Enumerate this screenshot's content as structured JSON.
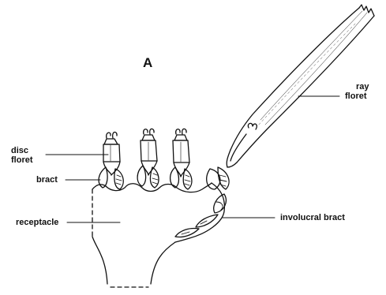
{
  "panel_label": "A",
  "labels": {
    "disc_floret_line1": "disc",
    "disc_floret_line2": "floret",
    "bract": "bract",
    "receptacle": "receptacle",
    "ray_floret_line1": "ray",
    "ray_floret_line2": "floret",
    "involucral_bract": "involucral bract"
  }
}
